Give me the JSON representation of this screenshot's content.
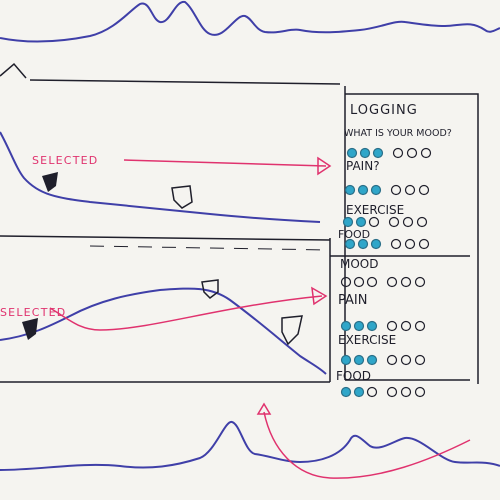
{
  "annotations": {
    "selected_top": "SELECTED",
    "selected_bottom": "SELECTED"
  },
  "panel_top": {
    "title": "LOGGING",
    "question": "WHAT IS YOUR MOOD?",
    "rows": [
      {
        "label": "",
        "filled": 3,
        "total": 6
      },
      {
        "label": "PAIN?",
        "filled": 3,
        "total": 6
      },
      {
        "label": "EXERCISE",
        "filled": 2,
        "total": 6
      },
      {
        "label": "FOOD",
        "filled": 3,
        "total": 6
      }
    ]
  },
  "panel_bottom": {
    "rows": [
      {
        "label": "MOOD",
        "filled": 0,
        "total": 6
      },
      {
        "label": "PAIN",
        "filled": 3,
        "total": 6
      },
      {
        "label": "EXERCISE",
        "filled": 3,
        "total": 6
      },
      {
        "label": "FOOD",
        "filled": 2,
        "total": 6
      }
    ]
  },
  "colors": {
    "ink": "#1f1f2b",
    "line": "#3f3fa8",
    "arrow": "#e0326e",
    "dot": "#2fa6c9",
    "paper": "#f5f4f0"
  }
}
